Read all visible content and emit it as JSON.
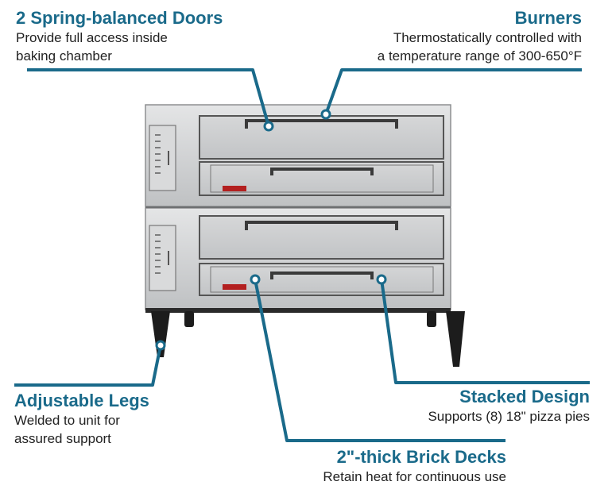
{
  "colors": {
    "accent": "#1a6a8a",
    "text": "#222222",
    "steel": "#c9cbcc",
    "leg": "#1c1c1c"
  },
  "callouts": {
    "doors": {
      "title": "2 Spring-balanced Doors",
      "desc_line1": "Provide full access inside",
      "desc_line2": "baking chamber"
    },
    "burners": {
      "title": "Burners",
      "desc_line1": "Thermostatically controlled with",
      "desc_line2": "a temperature range of 300-650°F"
    },
    "legs": {
      "title": "Adjustable Legs",
      "desc_line1": "Welded to unit for",
      "desc_line2": "assured support"
    },
    "stacked": {
      "title": "Stacked Design",
      "desc_line1": "Supports (8) 18\" pizza pies"
    },
    "bricks": {
      "title": "2\"-thick Brick Decks",
      "desc_line1": "Retain heat for continuous use"
    }
  }
}
